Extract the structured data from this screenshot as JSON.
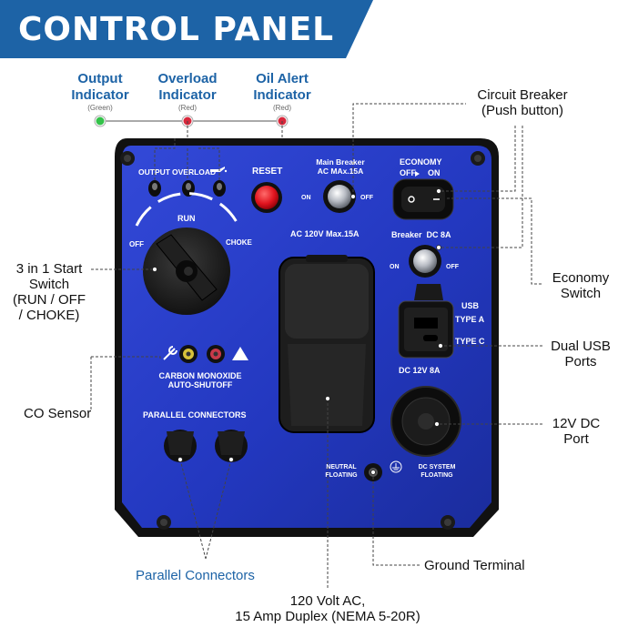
{
  "title": "CONTROL PANEL",
  "colors": {
    "brand_blue": "#1d63a6",
    "panel_blue": "#2a3ec8",
    "indicator_green": "#34c24a",
    "indicator_red": "#d8283c"
  },
  "indicators": [
    {
      "label_line1": "Output",
      "label_line2": "Indicator",
      "color_note": "(Green)",
      "color": "#34c24a"
    },
    {
      "label_line1": "Overload",
      "label_line2": "Indicator",
      "color_note": "(Red)",
      "color": "#d8283c"
    },
    {
      "label_line1": "Oil Alert",
      "label_line2": "Indicator",
      "color_note": "(Red)",
      "color": "#d8283c"
    }
  ],
  "callouts": {
    "circuit_breaker_line1": "Circuit Breaker",
    "circuit_breaker_line2": "(Push button)",
    "start_switch_line1": "3 in 1 Start",
    "start_switch_line2": "Switch",
    "start_switch_line3": "(RUN / OFF",
    "start_switch_line4": "/ CHOKE)",
    "economy_line1": "Economy",
    "economy_line2": "Switch",
    "usb_line1": "Dual USB",
    "usb_line2": "Ports",
    "co_sensor": "CO Sensor",
    "dc_port_line1": "12V DC",
    "dc_port_line2": "Port",
    "ground_terminal": "Ground Terminal",
    "parallel_connectors": "Parallel Connectors",
    "outlet_line1": "120 Volt AC,",
    "outlet_line2": "15 Amp Duplex (NEMA 5-20R)"
  },
  "panel": {
    "lamp_output": "OUTPUT",
    "lamp_overload": "OVERLOAD",
    "reset": "RESET",
    "main_breaker_line1": "Main Breaker",
    "main_breaker_line2": "AC MAx.15A",
    "on": "ON",
    "off": "OFF",
    "ac_rating": "AC 120V Max.15A",
    "economy": "ECONOMY",
    "economy_off": "OFF",
    "economy_on": "ON",
    "breaker_dc": "Breaker  DC 8A",
    "run": "RUN",
    "choke": "CHOKE",
    "usb": "USB",
    "type_a": "TYPE A",
    "type_c": "TYPE C",
    "dc_rating": "DC 12V 8A",
    "co_line1": "CARBON MONOXIDE",
    "co_line2": "AUTO-SHUTOFF",
    "parallel": "PARALLEL CONNECTORS",
    "neutral_line1": "NEUTRAL",
    "neutral_line2": "FLOATING",
    "dc_system_line1": "DC SYSTEM",
    "dc_system_line2": "FLOATING"
  }
}
